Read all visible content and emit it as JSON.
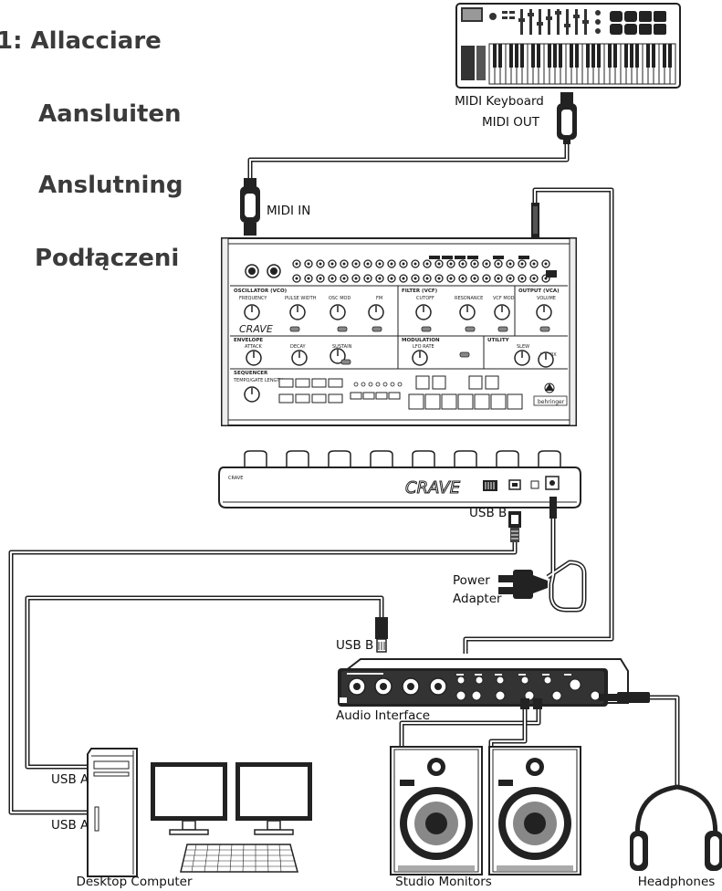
{
  "headings": [
    "1: Allacciare",
    "Aansluiten",
    "Anslutning",
    "Podłączeni"
  ],
  "devices": {
    "midi_keyboard": "MIDI Keyboard",
    "audio_interface": "Audio Interface",
    "desktop_computer": "Desktop Computer",
    "studio_monitors": "Studio Monitors",
    "headphones": "Headphones",
    "power_adapter": "Power\nAdapter"
  },
  "ports": {
    "midi_out": "MIDI OUT",
    "midi_in": "MIDI IN",
    "usb_b_synth": "USB B",
    "usb_b_interface": "USB B",
    "usb_a_1": "USB A",
    "usb_a_2": "USB A"
  },
  "synth": {
    "sections": [
      "OSCILLATOR (VCO)",
      "FILTER (VCF)",
      "OUTPUT (VCA)",
      "ENVELOPE",
      "MODULATION",
      "UTILITY",
      "SEQUENCER"
    ],
    "osc_knobs": [
      "FREQUENCY",
      "PULSE WIDTH",
      "OSC MOD",
      "FM"
    ],
    "filter_knobs": [
      "CUTOFF",
      "RESONANCE",
      "VCF MOD"
    ],
    "output_knobs": [
      "VOLUME"
    ],
    "env_knobs": [
      "ATTACK",
      "DECAY",
      "SUSTAIN"
    ],
    "mod_knobs": [
      "LFO RATE"
    ],
    "util_knobs": [
      "SLEW",
      "VC MIX"
    ],
    "seq_knob": "TEMPO/GATE LENGTH",
    "brand": "behringer",
    "logo": "CRAVE",
    "back_label": "CRAVE"
  }
}
